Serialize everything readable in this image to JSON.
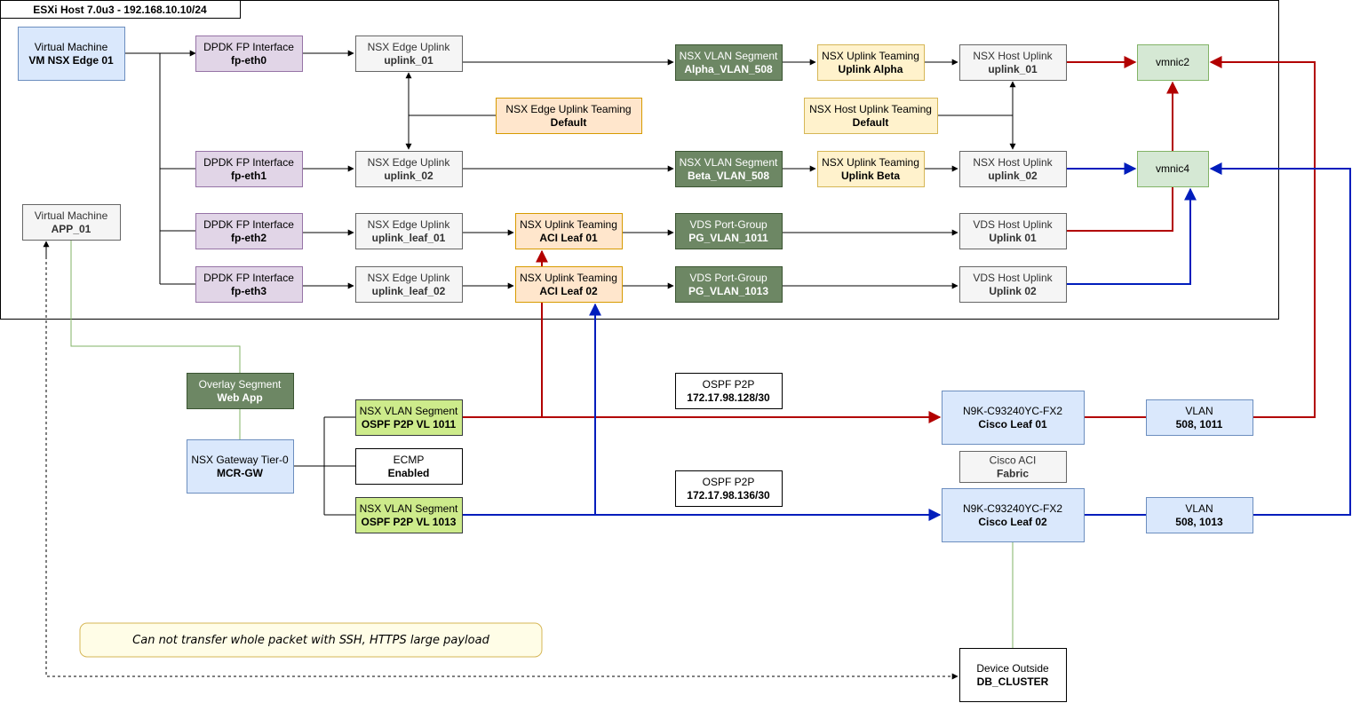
{
  "host_label": "ESXi Host 7.0u3 - 192.168.10.10/24",
  "note": "Can not transfer whole packet with SSH, HTTPS large payload",
  "colors": {
    "red_link": "#b20000",
    "blue_link": "#001dbc",
    "green_link": "#82b366",
    "black_link": "#000000"
  },
  "nodes": {
    "vm_edge": {
      "l1": "Virtual Machine",
      "l2": "VM NSX Edge 01"
    },
    "app01": {
      "l1": "Virtual Machine",
      "l2": "APP_01"
    },
    "fp0": {
      "l1": "DPDK FP Interface",
      "l2": "fp-eth0"
    },
    "fp1": {
      "l1": "DPDK FP Interface",
      "l2": "fp-eth1"
    },
    "fp2": {
      "l1": "DPDK FP Interface",
      "l2": "fp-eth2"
    },
    "fp3": {
      "l1": "DPDK FP Interface",
      "l2": "fp-eth3"
    },
    "eu1": {
      "l1": "NSX Edge Uplink",
      "l2": "uplink_01"
    },
    "eu2": {
      "l1": "NSX Edge Uplink",
      "l2": "uplink_02"
    },
    "eul1": {
      "l1": "NSX Edge Uplink",
      "l2": "uplink_leaf_01"
    },
    "eul2": {
      "l1": "NSX Edge Uplink",
      "l2": "uplink_leaf_02"
    },
    "eut": {
      "l1": "NSX Edge Uplink Teaming",
      "l2": "Default"
    },
    "acil1": {
      "l1": "NSX Uplink Teaming",
      "l2": "ACI Leaf 01"
    },
    "acil2": {
      "l1": "NSX Uplink Teaming",
      "l2": "ACI Leaf 02"
    },
    "seg_alpha": {
      "l1": "NSX VLAN Segment",
      "l2": "Alpha_VLAN_508"
    },
    "seg_beta": {
      "l1": "NSX VLAN Segment",
      "l2": "Beta_VLAN_508"
    },
    "pg1011": {
      "l1": "VDS Port-Group",
      "l2": "PG_VLAN_1011"
    },
    "pg1013": {
      "l1": "VDS Port-Group",
      "l2": "PG_VLAN_1013"
    },
    "ut_alpha": {
      "l1": "NSX Uplink Teaming",
      "l2": "Uplink Alpha"
    },
    "ut_beta": {
      "l1": "NSX Uplink Teaming",
      "l2": "Uplink Beta"
    },
    "hut": {
      "l1": "NSX Host Uplink Teaming",
      "l2": "Default"
    },
    "hu1": {
      "l1": "NSX Host Uplink",
      "l2": "uplink_01"
    },
    "hu2": {
      "l1": "NSX Host Uplink",
      "l2": "uplink_02"
    },
    "vds1": {
      "l1": "VDS Host Uplink",
      "l2": "Uplink 01"
    },
    "vds2": {
      "l1": "VDS Host Uplink",
      "l2": "Uplink 02"
    },
    "vmnic2": {
      "l1": "vmnic2",
      "l2": ""
    },
    "vmnic4": {
      "l1": "vmnic4",
      "l2": ""
    },
    "overlay": {
      "l1": "Overlay Segment",
      "l2": "Web App"
    },
    "t0": {
      "l1": "NSX Gateway Tier-0",
      "l2": "MCR-GW"
    },
    "seg1011": {
      "l1": "NSX VLAN Segment",
      "l2": "OSPF P2P VL 1011"
    },
    "seg1013": {
      "l1": "NSX VLAN Segment",
      "l2": "OSPF P2P VL 1013"
    },
    "ecmp": {
      "l1": "ECMP",
      "l2": "Enabled"
    },
    "ospf1": {
      "l1": "OSPF P2P",
      "l2": "172.17.98.128/30"
    },
    "ospf2": {
      "l1": "OSPF P2P",
      "l2": "172.17.98.136/30"
    },
    "leaf1": {
      "l1": "N9K-C93240YC-FX2",
      "l2": "Cisco Leaf 01"
    },
    "leaf2": {
      "l1": "N9K-C93240YC-FX2",
      "l2": "Cisco Leaf 02"
    },
    "aci": {
      "l1": "Cisco ACI",
      "l2": "Fabric"
    },
    "vlan1": {
      "l1": "VLAN",
      "l2": "508, 1011"
    },
    "vlan2": {
      "l1": "VLAN",
      "l2": "508, 1013"
    },
    "db": {
      "l1": "Device Outside",
      "l2": "DB_CLUSTER"
    }
  }
}
